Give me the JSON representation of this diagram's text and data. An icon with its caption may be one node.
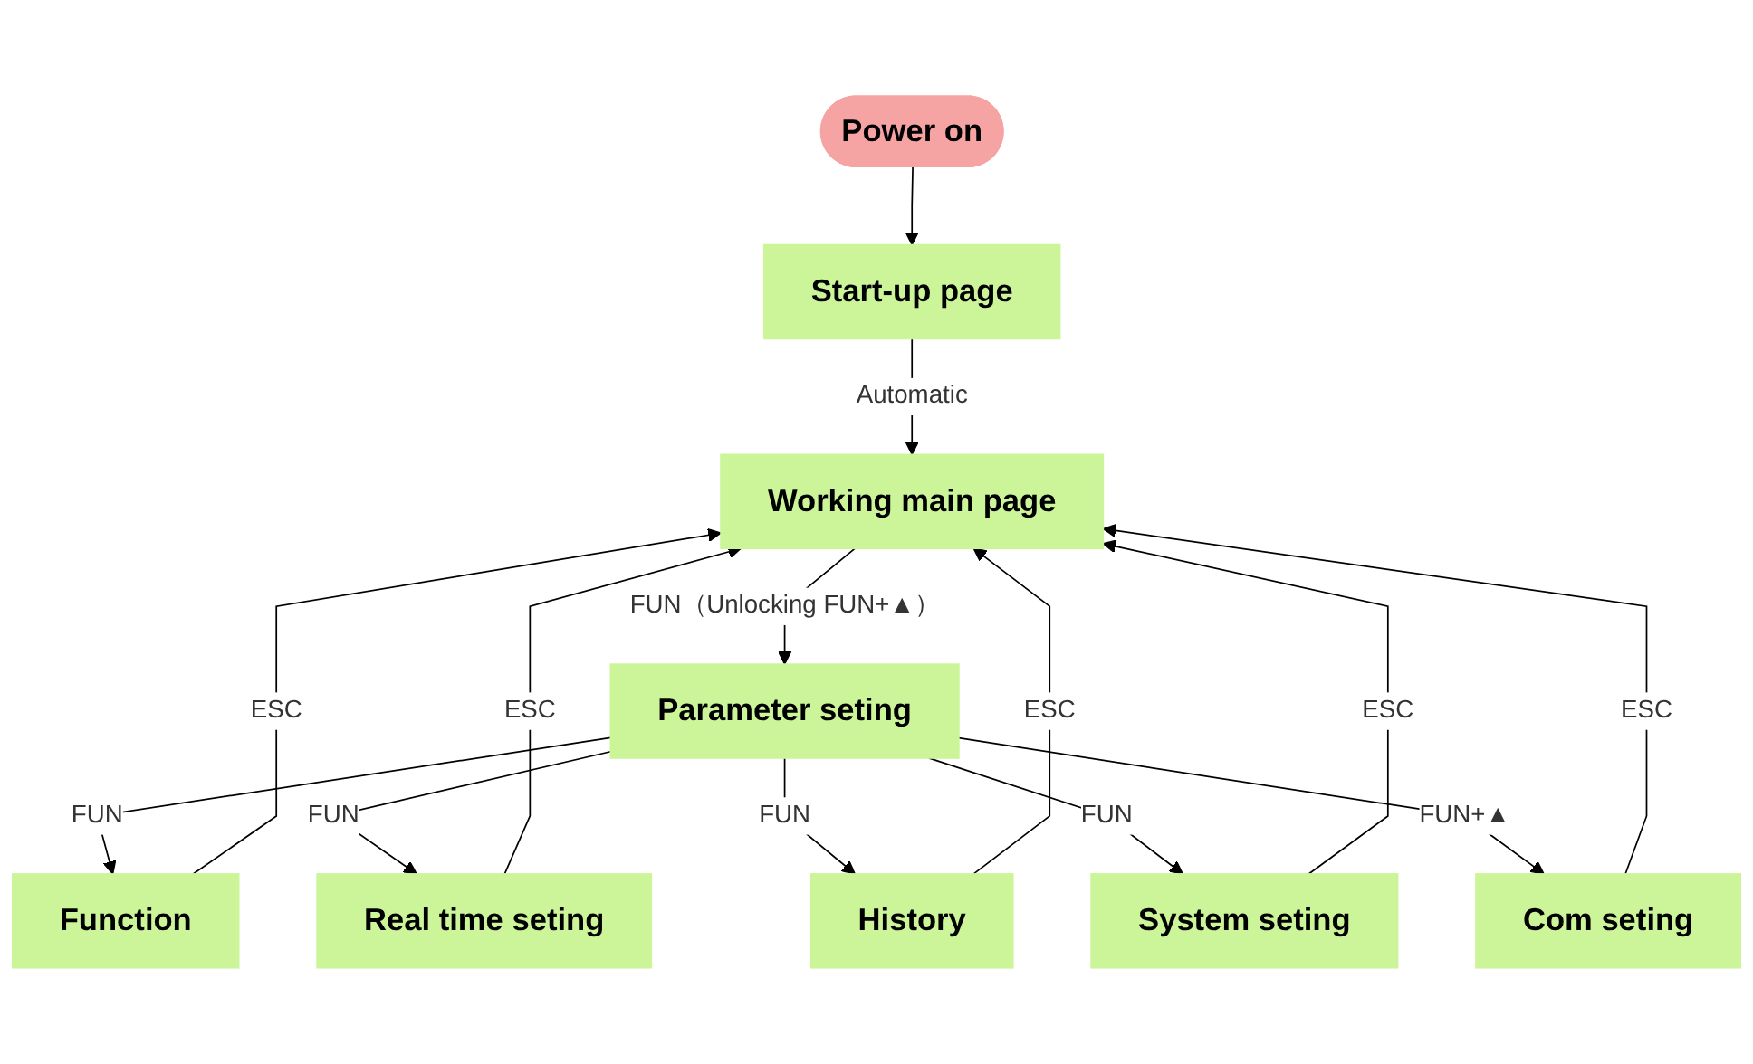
{
  "diagram": {
    "nodes": [
      {
        "text": [
          "Power on"
        ]
      },
      {
        "text": [
          "Start-up page"
        ]
      },
      {
        "text": [
          "Working main page"
        ]
      },
      {
        "text": [
          "Function"
        ]
      },
      {
        "text": [
          "Parameter seting"
        ]
      },
      {
        "text": [
          "Real time seting"
        ]
      },
      {
        "text": [
          "History"
        ]
      },
      {
        "text": [
          "System seting"
        ]
      },
      {
        "text": [
          "Com seting"
        ]
      }
    ],
    "edges": [
      {
        "from": 0,
        "to": 1,
        "arrow": "to"
      },
      {
        "from": 1,
        "to": 2,
        "arrow": "to",
        "label": "Automatic"
      },
      {
        "from": 2,
        "to": 4,
        "arrow": "to",
        "label": "FUN（Unlocking FUN+▲）"
      },
      {
        "from": 4,
        "to": 3,
        "arrow": "to",
        "label": "FUN"
      },
      {
        "from": 4,
        "to": 5,
        "arrow": "to",
        "label": "FUN"
      },
      {
        "from": 4,
        "to": 6,
        "arrow": "to",
        "label": "FUN"
      },
      {
        "from": 4,
        "to": 7,
        "arrow": "to",
        "label": "FUN"
      },
      {
        "from": 4,
        "to": 8,
        "arrow": "to",
        "label": "FUN+▲"
      },
      {
        "from": 3,
        "to": 2,
        "arrow": "to",
        "label": "ESC"
      },
      {
        "from": 6,
        "to": 2,
        "arrow": "to",
        "label": "ESC"
      },
      {
        "from": 5,
        "to": 2,
        "arrow": "to",
        "label": "ESC"
      },
      {
        "from": 7,
        "to": 2,
        "arrow": "to",
        "label": "ESC"
      },
      {
        "from": 8,
        "to": 2,
        "arrow": "to",
        "label": "ESC"
      }
    ]
  }
}
